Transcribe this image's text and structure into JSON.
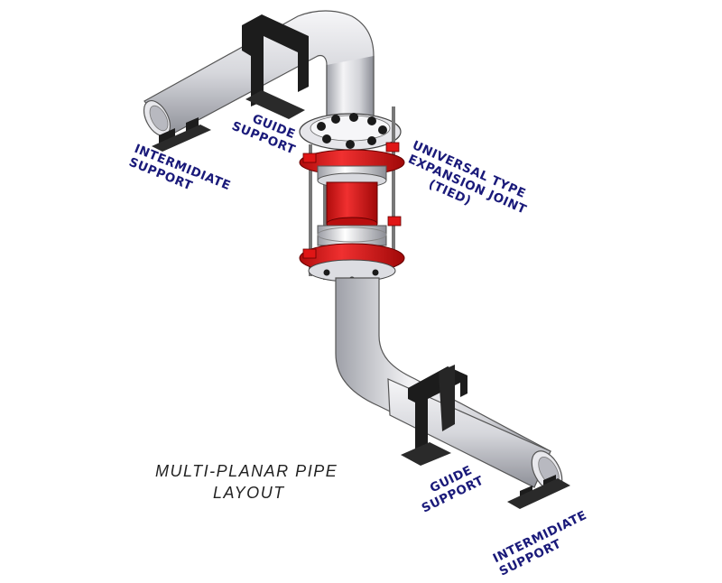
{
  "title": {
    "line1": "MULTI-PLANAR PIPE",
    "line2": "LAYOUT"
  },
  "labels": {
    "guide_support_top": {
      "line1": "GUIDE",
      "line2": "SUPPORT"
    },
    "intermediate_support_left": {
      "line1": "INTERMIDIATE",
      "line2": "SUPPORT"
    },
    "expansion_joint": {
      "line1": "UNIVERSAL TYPE",
      "line2": "EXPANSION JOINT",
      "line3": "(TIED)"
    },
    "guide_support_bottom": {
      "line1": "GUIDE",
      "line2": "SUPPORT"
    },
    "intermediate_support_right": {
      "line1": "INTERMIDIATE",
      "line2": "SUPPORT"
    }
  },
  "colors": {
    "pipe_light": "#f2f2f4",
    "pipe_mid": "#c8c9cf",
    "pipe_dark": "#8e9098",
    "joint_red": "#e01616",
    "support_black": "#1c1c1c",
    "label_blue": "#1a1a7a"
  }
}
